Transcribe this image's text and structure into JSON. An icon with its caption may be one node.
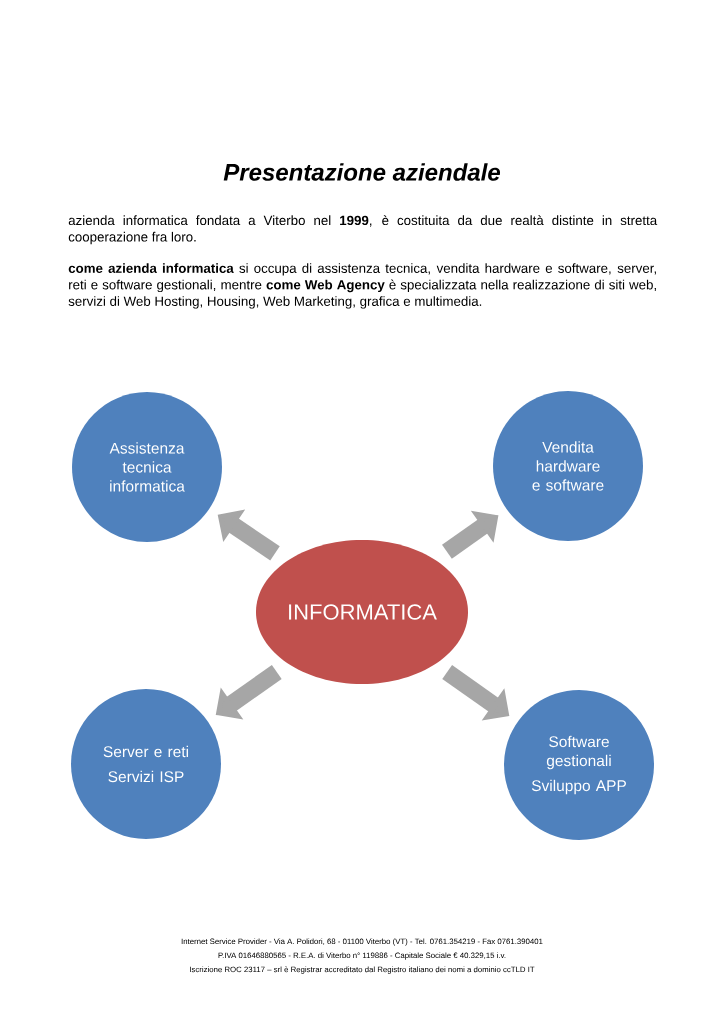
{
  "diagram": {
    "title": "Presentazione aziendale",
    "nodes": [
      {
        "text": [
          "INFORMATICA"
        ]
      },
      {
        "text": [
          "Assistenza tecnica informatica"
        ]
      },
      {
        "text": [
          "Vendita hardware e software"
        ]
      },
      {
        "text": [
          "Server e reti",
          "Servizi ISP"
        ]
      },
      {
        "text": [
          "Software gestionali",
          "Sviluppo APP"
        ]
      }
    ],
    "edges": [
      {
        "from": 0,
        "to": 1,
        "arrow": "to"
      },
      {
        "from": 0,
        "to": 2,
        "arrow": "to"
      },
      {
        "from": 0,
        "to": 3,
        "arrow": "to"
      },
      {
        "from": 0,
        "to": 4,
        "arrow": "to"
      }
    ],
    "labels": [
      "azienda informatica fondata a Viterbo nel **1999**, è costituita da due realtà distinte in stretta cooperazione fra loro.",
      "**come azienda informatica** si occupa di assistenza tecnica, vendita hardware e software, server, reti e software gestionali, mentre **come Web Agency** è specializzata nella realizzazione di siti web, servizi di Web Hosting, Housing, Web Marketing, grafica e multimedia.",
      "Internet Service Provider - Via A. Polidori, 68 - 01100 Viterbo (VT) - Tel. 0761.354219 - Fax 0761.390401",
      "P.IVA 01646880565 - R.E.A. di Viterbo n° 119886 - Capitale Sociale € 40.329,15 i.v.",
      "Iscrizione ROC 23117 – srl è Registrar accreditato dal Registro italiano dei nomi a dominio ccTLD IT"
    ]
  }
}
